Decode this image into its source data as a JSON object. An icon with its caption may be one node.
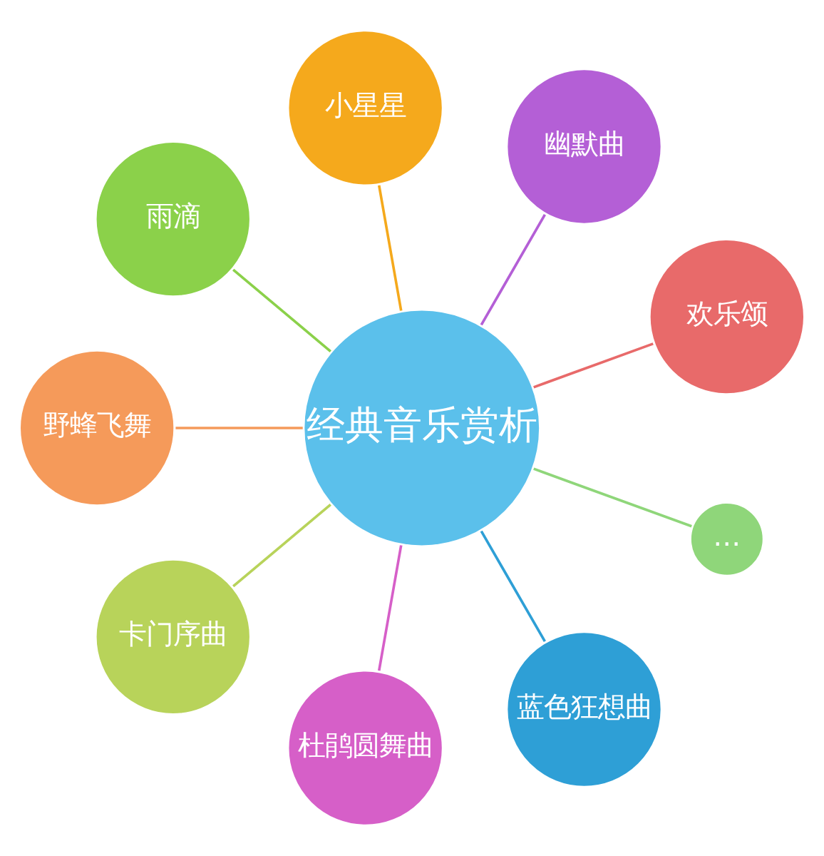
{
  "diagram": {
    "nodes": [
      {
        "text": [
          "经典音乐赏析"
        ]
      },
      {
        "text": [
          "欢乐颂"
        ]
      },
      {
        "text": [
          "幽默曲"
        ]
      },
      {
        "text": [
          "小星星"
        ]
      },
      {
        "text": [
          "雨滴"
        ]
      },
      {
        "text": [
          "野蜂飞舞"
        ]
      },
      {
        "text": [
          "卡门序曲"
        ]
      },
      {
        "text": [
          "杜鹃圆舞曲"
        ]
      },
      {
        "text": [
          "蓝色狂想曲"
        ]
      },
      {
        "text": [
          "…"
        ]
      }
    ],
    "edges": [
      {
        "from": 0,
        "to": 1,
        "arrow": "none",
        "color": "#e86a6a"
      },
      {
        "from": 0,
        "to": 2,
        "arrow": "none",
        "color": "#b45fd6"
      },
      {
        "from": 0,
        "to": 3,
        "arrow": "none",
        "color": "#f5a91c"
      },
      {
        "from": 0,
        "to": 4,
        "arrow": "none",
        "color": "#8bd14a"
      },
      {
        "from": 0,
        "to": 5,
        "arrow": "none",
        "color": "#f59a5a"
      },
      {
        "from": 0,
        "to": 6,
        "arrow": "none",
        "color": "#b8d35a"
      },
      {
        "from": 0,
        "to": 7,
        "arrow": "none",
        "color": "#d65fc8"
      },
      {
        "from": 0,
        "to": 8,
        "arrow": "none",
        "color": "#2e9fd6"
      },
      {
        "from": 0,
        "to": 9,
        "arrow": "none",
        "color": "#8fd67a"
      }
    ]
  }
}
